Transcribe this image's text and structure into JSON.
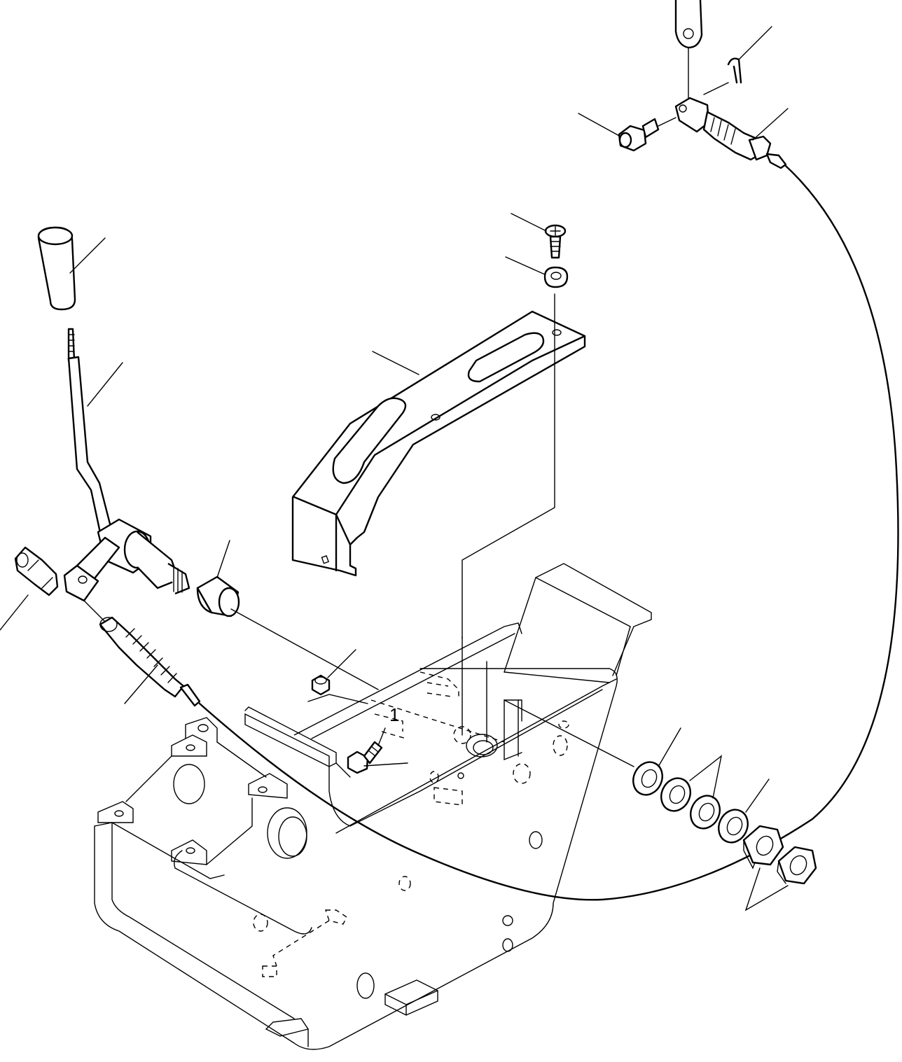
{
  "diagram": {
    "callouts": [
      {
        "label": "1",
        "target": "dashed-hole-pattern"
      }
    ],
    "parts": [
      "shift-knob",
      "shift-lever",
      "lever-pivot-bushing",
      "pivot-pin",
      "cable-end-clip",
      "control-cable",
      "cable-adjuster-threaded-end",
      "mounting-bracket",
      "bracket-screw",
      "bracket-washer",
      "cable-clevis",
      "clevis-pin",
      "cotter-pin",
      "link-rod",
      "flat-washers",
      "hex-nuts",
      "set-screw",
      "mounting-bolt",
      "transmission-housing"
    ],
    "colors": {
      "line": "#000000",
      "background": "#ffffff"
    }
  }
}
